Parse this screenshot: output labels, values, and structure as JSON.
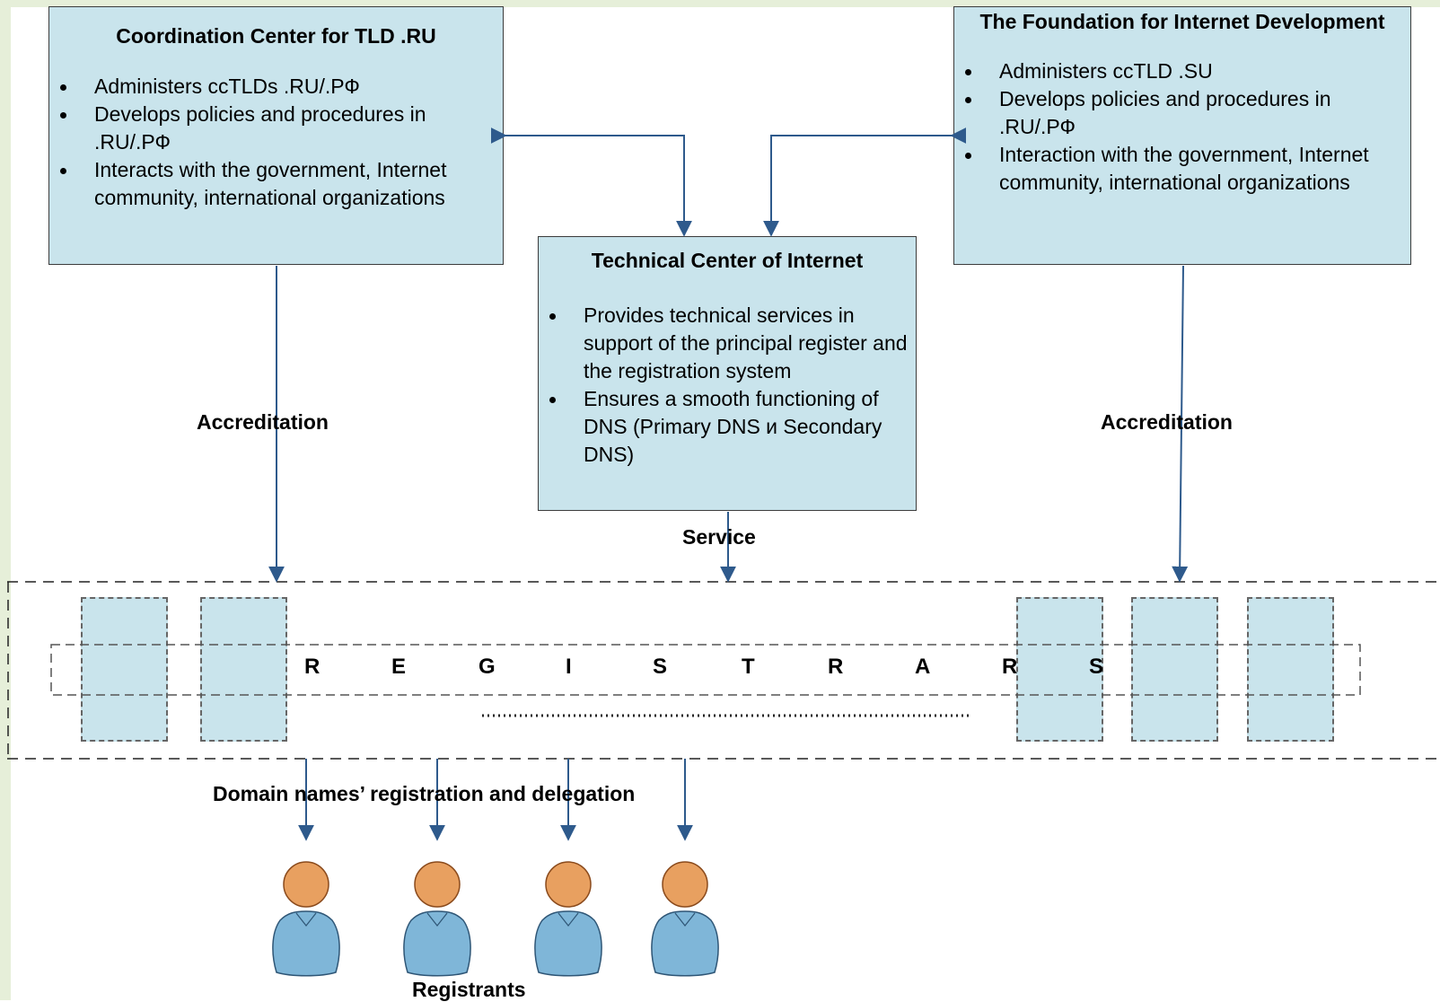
{
  "coordination_center": {
    "title": "Coordination Center for TLD .RU",
    "bullets": [
      "Administers ccTLDs .RU/.РФ",
      "Develops policies and procedures in .RU/.РФ",
      "Interacts with the government, Internet community, international organizations"
    ]
  },
  "foundation": {
    "title": "The Foundation for Internet Development",
    "bullets": [
      "Administers ccTLD .SU",
      "Develops policies and procedures in .RU/.РФ",
      "Interaction with the government, Internet community, international organizations"
    ]
  },
  "technical_center": {
    "title": "Technical Center of Internet",
    "bullets": [
      "Provides technical services in support of the principal register and the registration system",
      "Ensures a smooth functioning of DNS (Primary DNS и Secondary DNS)"
    ]
  },
  "labels": {
    "accreditation_left": "Accreditation",
    "accreditation_right": "Accreditation",
    "service": "Service",
    "domain_registration": "Domain names’ registration and delegation",
    "registrants": "Registrants"
  },
  "registrars": {
    "letters": [
      "R",
      "E",
      "G",
      "I",
      "S",
      "T",
      "R",
      "A",
      "R",
      "S"
    ],
    "ellipsis": "..............................................................."
  },
  "colors": {
    "box_fill": "#c9e4ec",
    "arrow": "#2e5a8c",
    "person_head": "#e8a060",
    "person_body": "#7fb6d8"
  }
}
